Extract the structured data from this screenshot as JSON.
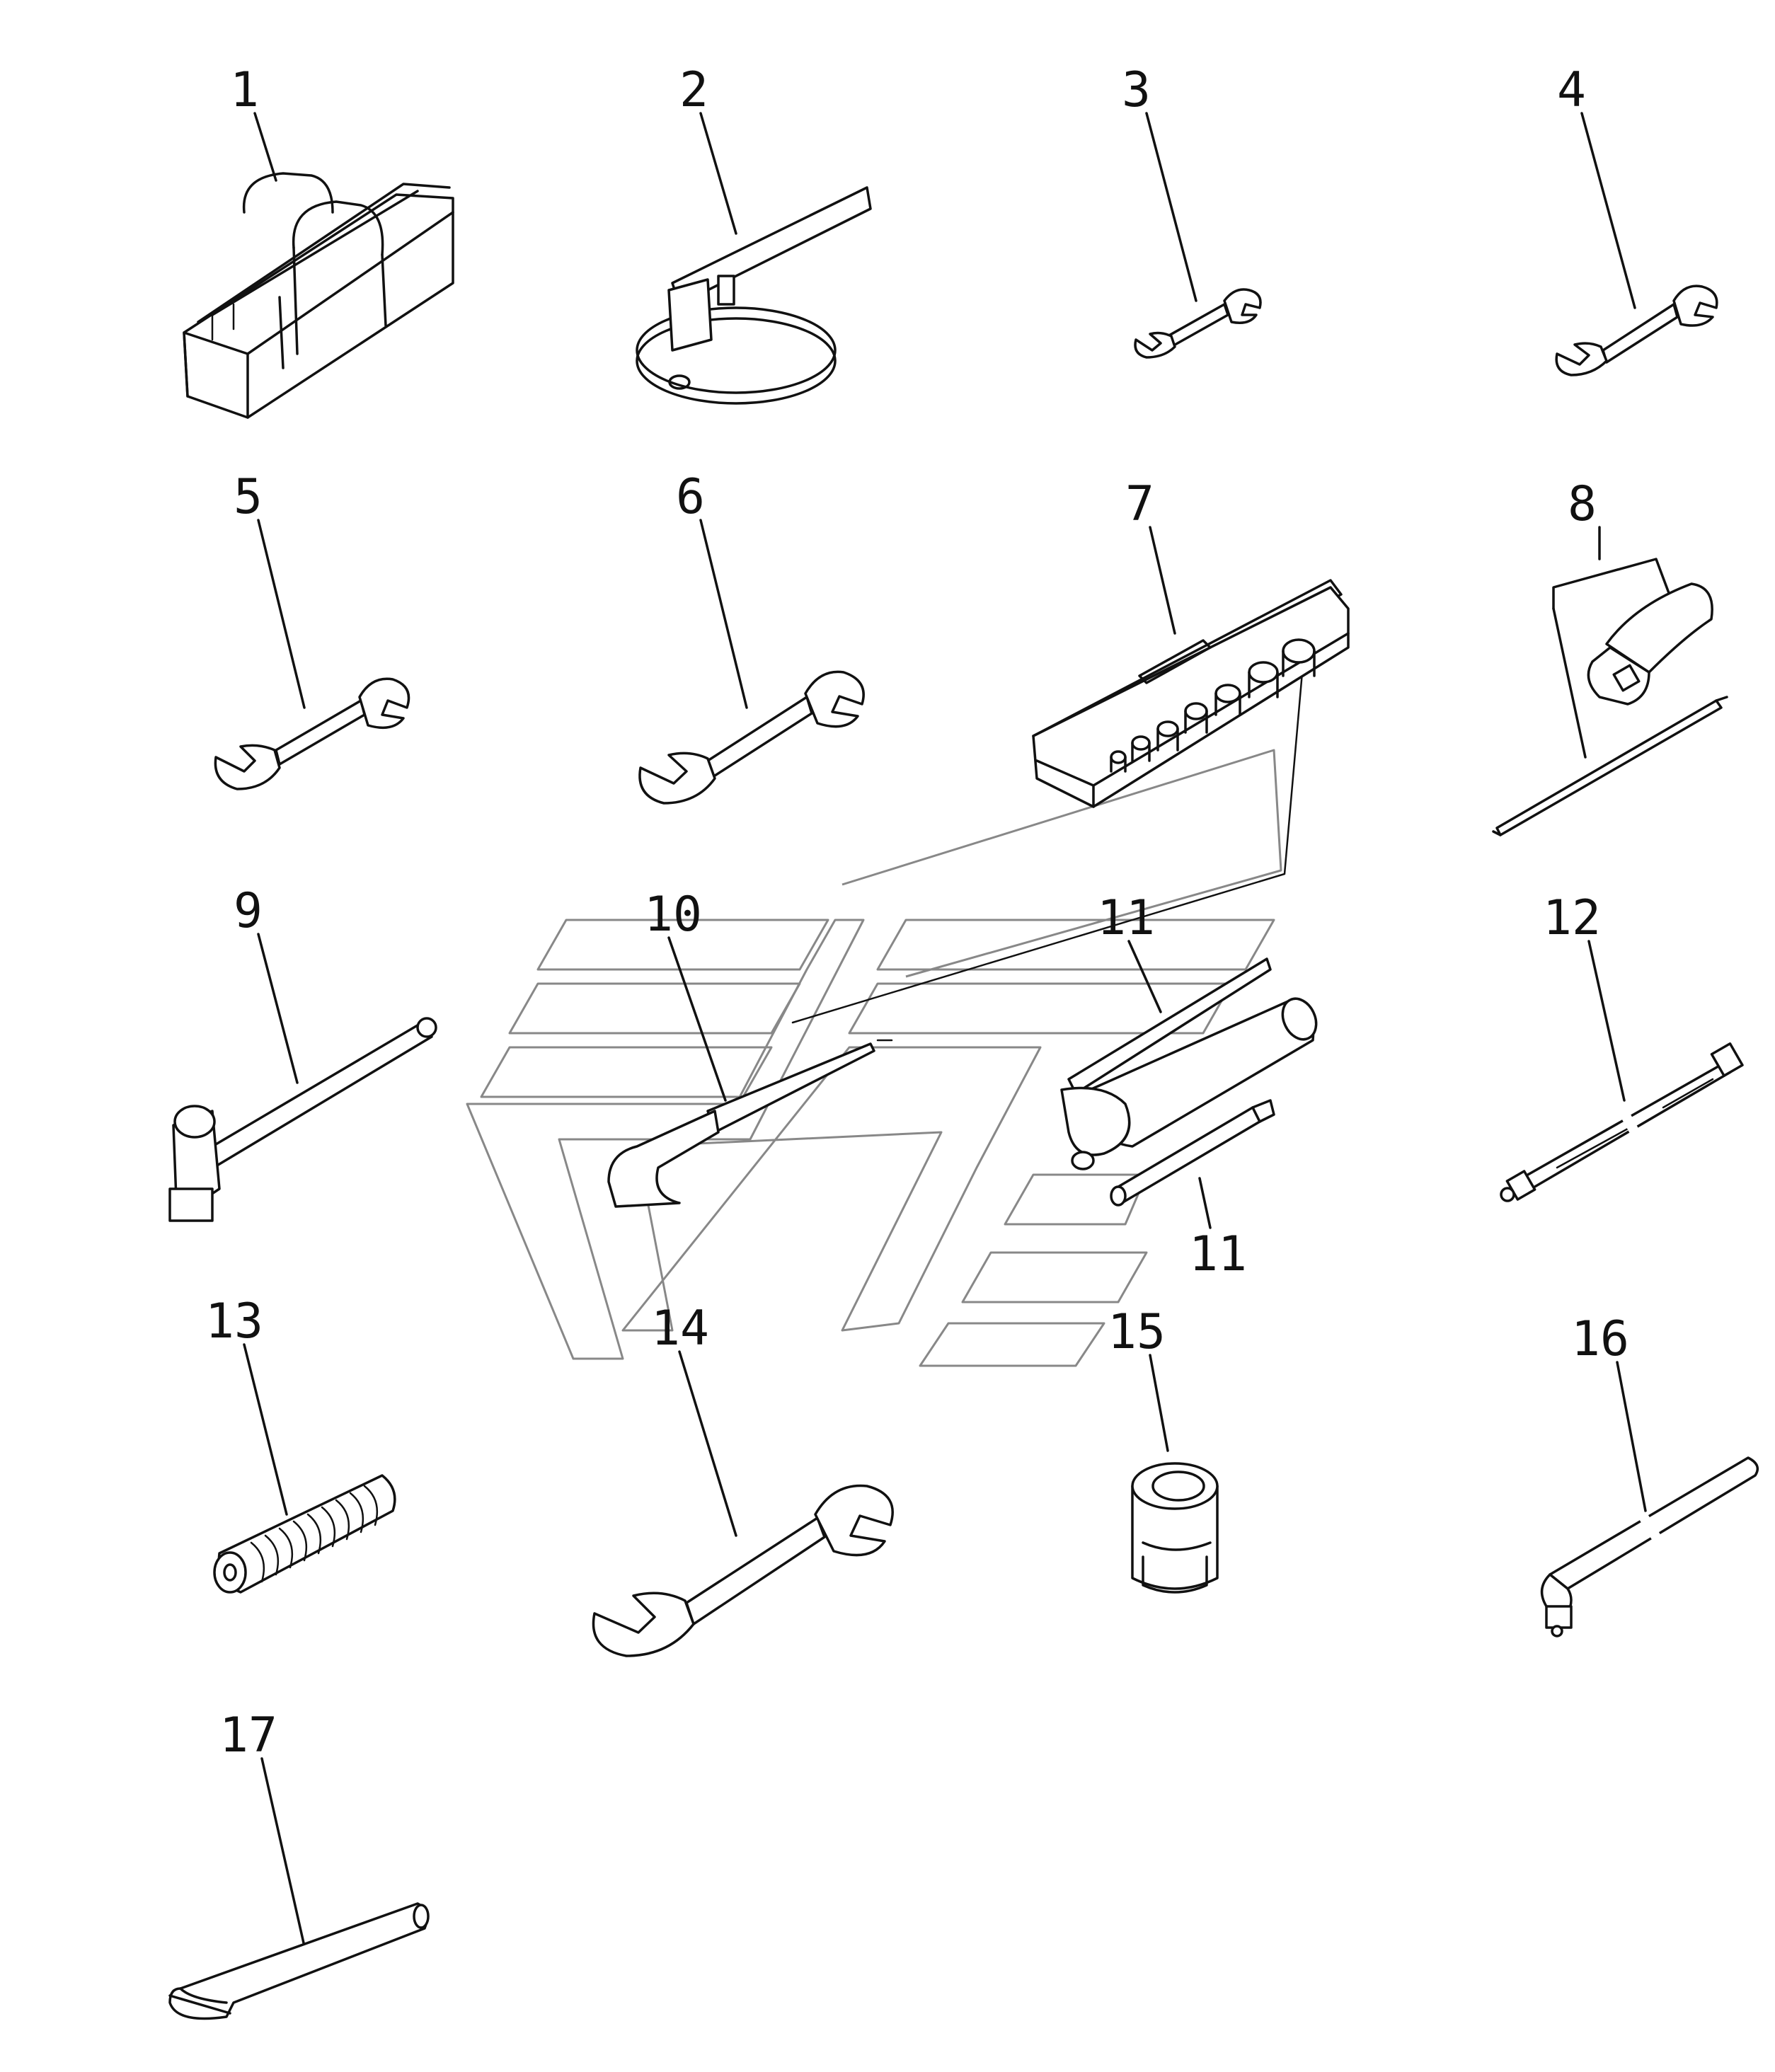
{
  "parts": [
    {
      "id": "1",
      "icon": "tool-bag-icon"
    },
    {
      "id": "2",
      "icon": "filter-wrench-icon"
    },
    {
      "id": "3",
      "icon": "open-end-wrench-icon"
    },
    {
      "id": "4",
      "icon": "open-end-wrench-icon"
    },
    {
      "id": "5",
      "icon": "open-end-wrench-icon"
    },
    {
      "id": "6",
      "icon": "open-end-wrench-icon"
    },
    {
      "id": "7",
      "icon": "socket-set-case-icon"
    },
    {
      "id": "8",
      "icon": "screwdriver-set-icon"
    },
    {
      "id": "9",
      "icon": "ball-peen-hammer-icon"
    },
    {
      "id": "10",
      "icon": "pry-bar-icon"
    },
    {
      "id": "11",
      "icon": "grease-gun-icon"
    },
    {
      "id": "11",
      "icon": "grease-nozzle-icon"
    },
    {
      "id": "12",
      "icon": "extension-bar-icon"
    },
    {
      "id": "13",
      "icon": "threaded-bolt-icon"
    },
    {
      "id": "14",
      "icon": "open-end-wrench-icon"
    },
    {
      "id": "15",
      "icon": "socket-icon"
    },
    {
      "id": "16",
      "icon": "l-handle-wrench-icon"
    },
    {
      "id": "17",
      "icon": "hex-key-icon"
    }
  ],
  "watermark": {
    "icon": "manufacturer-logo-watermark-icon"
  }
}
